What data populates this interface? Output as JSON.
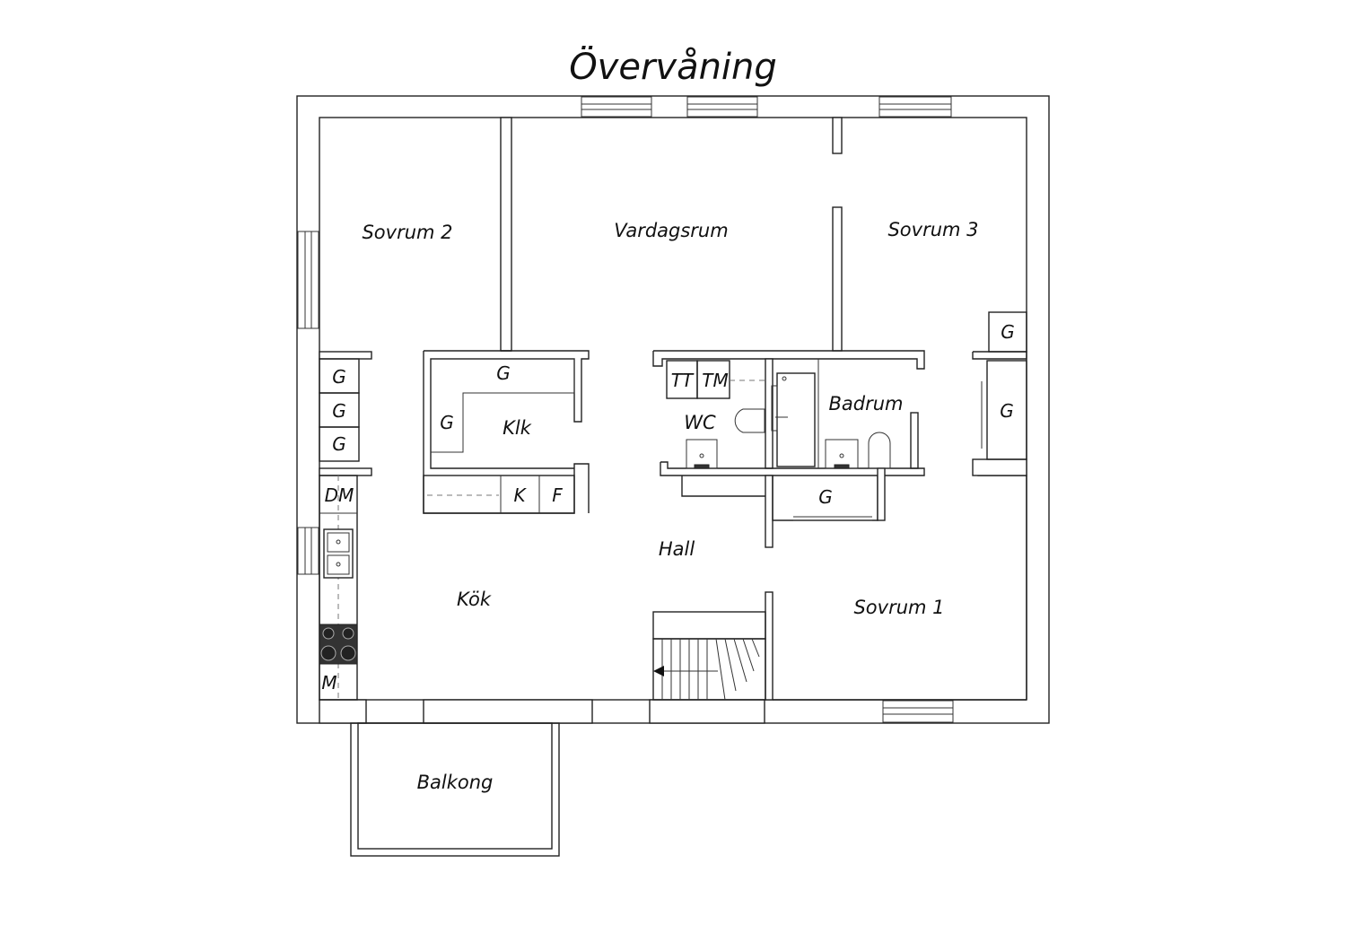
{
  "title": "Övervåning",
  "rooms": {
    "sovrum2": "Sovrum 2",
    "vardagsrum": "Vardagsrum",
    "sovrum3": "Sovrum 3",
    "sovrum1": "Sovrum 1",
    "klk": "Klk",
    "wc": "WC",
    "badrum": "Badrum",
    "hall": "Hall",
    "kok": "Kök",
    "balkong": "Balkong"
  },
  "fixtures": {
    "g": "G",
    "tt": "TT",
    "tm": "TM",
    "k": "K",
    "f": "F",
    "dm": "DM",
    "m": "M"
  }
}
